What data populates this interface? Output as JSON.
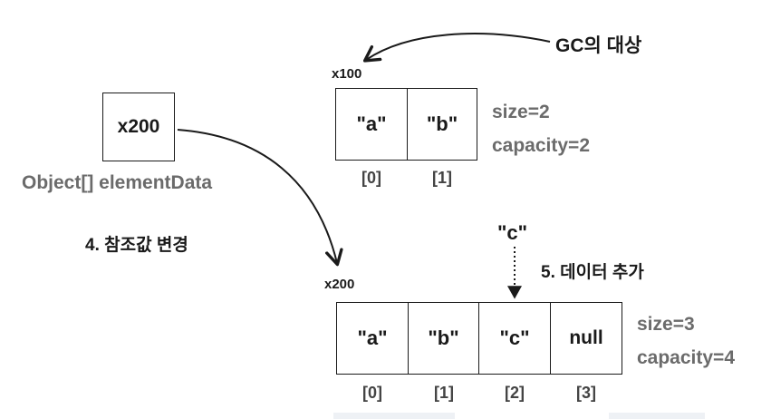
{
  "pointer": {
    "value": "x200",
    "label": "Object[] elementData"
  },
  "step4_label": "4. 참조값 변경",
  "gc_label": "GC의 대상",
  "old_array": {
    "address": "x100",
    "cells": [
      "\"a\"",
      "\"b\""
    ],
    "indices": [
      "[0]",
      "[1]"
    ],
    "size": "size=2",
    "capacity": "capacity=2"
  },
  "new_value": "\"c\"",
  "step5_label": "5. 데이터 추가",
  "new_array": {
    "address": "x200",
    "cells": [
      "\"a\"",
      "\"b\"",
      "\"c\"",
      "null"
    ],
    "indices": [
      "[0]",
      "[1]",
      "[2]",
      "[3]"
    ],
    "size": "size=3",
    "capacity": "capacity=4"
  },
  "colors": {
    "line": "#1a1a1a",
    "label_gray": "#6b6b6b",
    "text_dark": "#1a1a1a"
  }
}
